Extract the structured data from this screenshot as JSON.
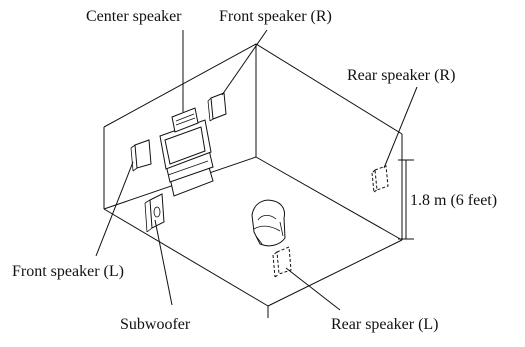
{
  "diagram": {
    "labels": {
      "center_speaker": "Center speaker",
      "front_right": "Front speaker (R)",
      "rear_right": "Rear speaker (R)",
      "height": "1.8 m (6 feet)",
      "front_left": "Front speaker (L)",
      "subwoofer": "Subwoofer",
      "rear_left": "Rear speaker (L)"
    }
  }
}
